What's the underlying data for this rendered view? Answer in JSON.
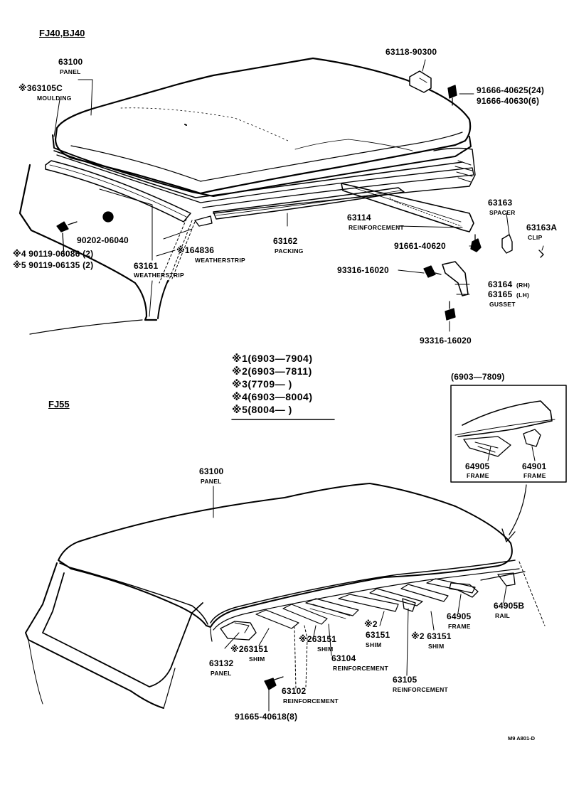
{
  "sections": {
    "top": "FJ40,BJ40",
    "bottom": "FJ55"
  },
  "top": {
    "panel_no": "63100",
    "panel_name": "PANEL",
    "moulding_no": "※363105C",
    "moulding_name": "MOULDING",
    "bolt_a_no": "63118-90300",
    "bolt_b_no1": "91666-40625(24)",
    "bolt_b_no2": "91666-40630(6)",
    "spacer_no": "63163",
    "spacer_name": "SPACER",
    "clip_no": "63163A",
    "clip_name": "CLIP",
    "reinf_no": "63114",
    "reinf_name": "REINFORCEMENT",
    "bolt_c_no": "91661-40620",
    "nut_no": "90202-06040",
    "screw4": "※4 90119-06086 (2)",
    "screw5": "※5 90119-06135 (2)",
    "ws1_no": "※164836",
    "ws1_name": "WEATHERSTRIP",
    "packing_no": "63162",
    "packing_name": "PACKING",
    "ws2_no": "63161",
    "ws2_name": "WEATHERSTRIP",
    "bolt_d_no": "93316-16020",
    "gusset_no1": "63164",
    "gusset_rh": "(RH)",
    "gusset_no2": "63165",
    "gusset_lh": "(LH)",
    "gusset_name": "GUSSET",
    "bolt_e_no": "93316-16020"
  },
  "legend": [
    "※1(6903—7904)",
    "※2(6903—7811)",
    "※3(7709—          )",
    "※4(6903—8004)",
    "※5(8004—          )"
  ],
  "inset": {
    "title": "(6903—7809)",
    "frame1_no": "64905",
    "frame1_name": "FRAME",
    "frame2_no": "64901",
    "frame2_name": "FRAME"
  },
  "bottom": {
    "panel_no": "63100",
    "panel_name": "PANEL",
    "frame_no": "64905",
    "frame_name": "FRAME",
    "rail_no": "64905B",
    "rail_name": "RAIL",
    "panel2_no": "63132",
    "panel2_name": "PANEL",
    "shim1_no": "※263151",
    "shim1_name": "SHIM",
    "shim2_no": "※263151",
    "shim2_name": "SHIM",
    "shim3_no1": "※2",
    "shim3_no2": "63151",
    "shim3_name": "SHIM",
    "shim4_no": "※2 63151",
    "shim4_name": "SHIM",
    "reinf1_no": "63104",
    "reinf1_name": "REINFORCEMENT",
    "reinf2_no": "63105",
    "reinf2_name": "REINFORCEMENT",
    "reinf3_no": "63102",
    "reinf3_name": "REINFORCEMENT",
    "bolt_no": "91665-40618(8)"
  },
  "footer": "M9 A801-D"
}
